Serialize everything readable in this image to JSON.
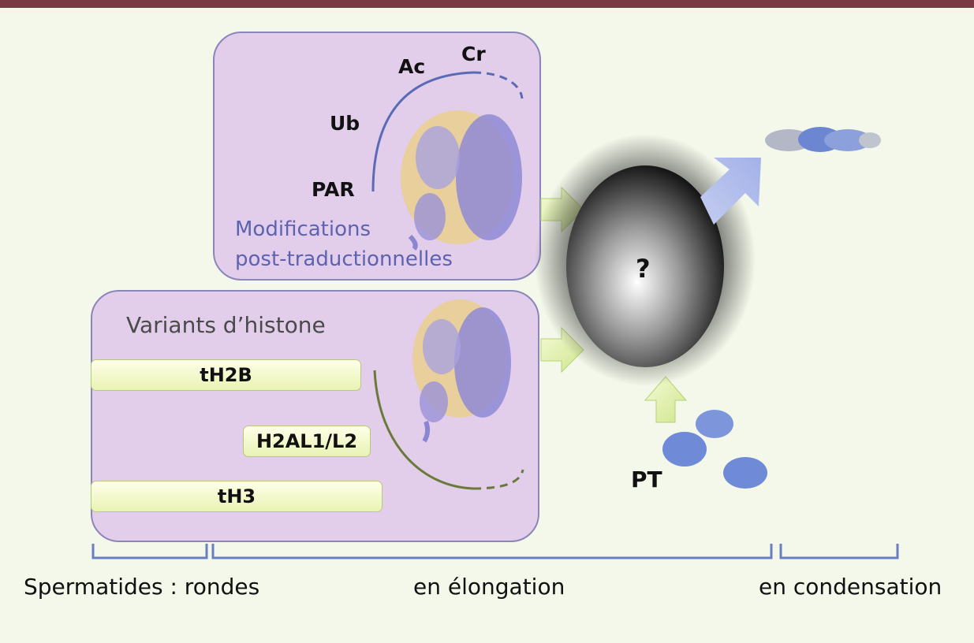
{
  "ptm": {
    "title": "Modifications\npost-traductionnelles",
    "labels": {
      "par": "PAR",
      "ub": "Ub",
      "ac": "Ac",
      "cr": "Cr"
    }
  },
  "variants": {
    "title": "Variants d’histone",
    "bars": {
      "th2b": "tH2B",
      "h2al": "H2AL1/L2",
      "th3": "tH3"
    }
  },
  "center": {
    "question": "?"
  },
  "pt_label": "PT",
  "stages": {
    "rondes": "Spermatides : rondes",
    "elongation": "en élongation",
    "condensation": "en condensation"
  },
  "colors": {
    "panel_fill": "#e2cdeb",
    "ptm_arc": "#5a6bb5",
    "variant_arc": "#6a7a3a",
    "bracket": "#6a7fc0",
    "bar_fill": "#f5f9c8",
    "arrow_green": "#dbeea6"
  }
}
